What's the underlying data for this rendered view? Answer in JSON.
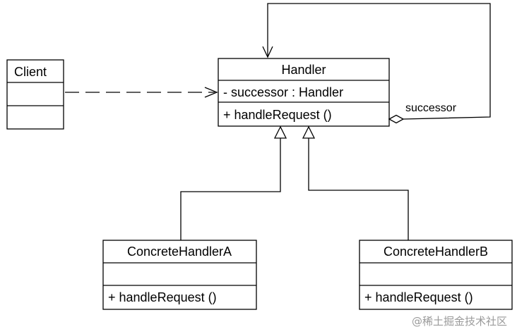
{
  "classes": {
    "client": {
      "name": "Client"
    },
    "handler": {
      "name": "Handler",
      "attribute": "- successor : Handler",
      "operation": "+ handleRequest ()"
    },
    "concrete_a": {
      "name": "ConcreteHandlerA",
      "operation": "+ handleRequest ()"
    },
    "concrete_b": {
      "name": "ConcreteHandlerB",
      "operation": "+ handleRequest ()"
    }
  },
  "relations": {
    "successor_label": "successor"
  },
  "watermark": "@稀土掘金技术社区"
}
